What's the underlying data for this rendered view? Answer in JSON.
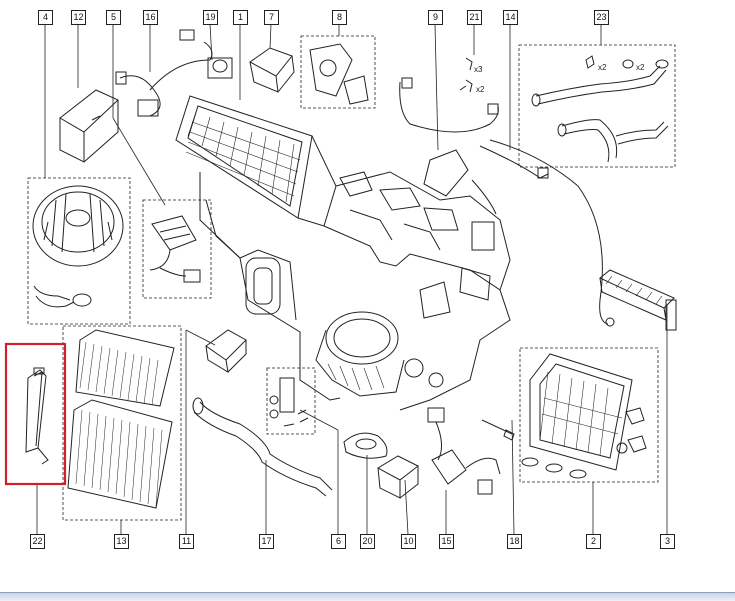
{
  "diagram": {
    "part_labels": [
      {
        "id": "p4",
        "text": "4"
      },
      {
        "id": "p12",
        "text": "12"
      },
      {
        "id": "p5",
        "text": "5"
      },
      {
        "id": "p16",
        "text": "16"
      },
      {
        "id": "p19",
        "text": "19"
      },
      {
        "id": "p1",
        "text": "1"
      },
      {
        "id": "p7",
        "text": "7"
      },
      {
        "id": "p8",
        "text": "8"
      },
      {
        "id": "p9",
        "text": "9"
      },
      {
        "id": "p21",
        "text": "21"
      },
      {
        "id": "p14",
        "text": "14"
      },
      {
        "id": "p23",
        "text": "23"
      },
      {
        "id": "p22",
        "text": "22"
      },
      {
        "id": "p13",
        "text": "13"
      },
      {
        "id": "p11",
        "text": "11"
      },
      {
        "id": "p17",
        "text": "17"
      },
      {
        "id": "p6",
        "text": "6"
      },
      {
        "id": "p20",
        "text": "20"
      },
      {
        "id": "p10",
        "text": "10"
      },
      {
        "id": "p15",
        "text": "15"
      },
      {
        "id": "p18",
        "text": "18"
      },
      {
        "id": "p2",
        "text": "2"
      },
      {
        "id": "p3",
        "text": "3"
      }
    ],
    "annotations": {
      "x3": "x3",
      "x2_small": "x2",
      "x2_clip": "x2",
      "x2_ring": "x2"
    },
    "highlight_color": "#d0202a",
    "line_color": "#222222"
  }
}
